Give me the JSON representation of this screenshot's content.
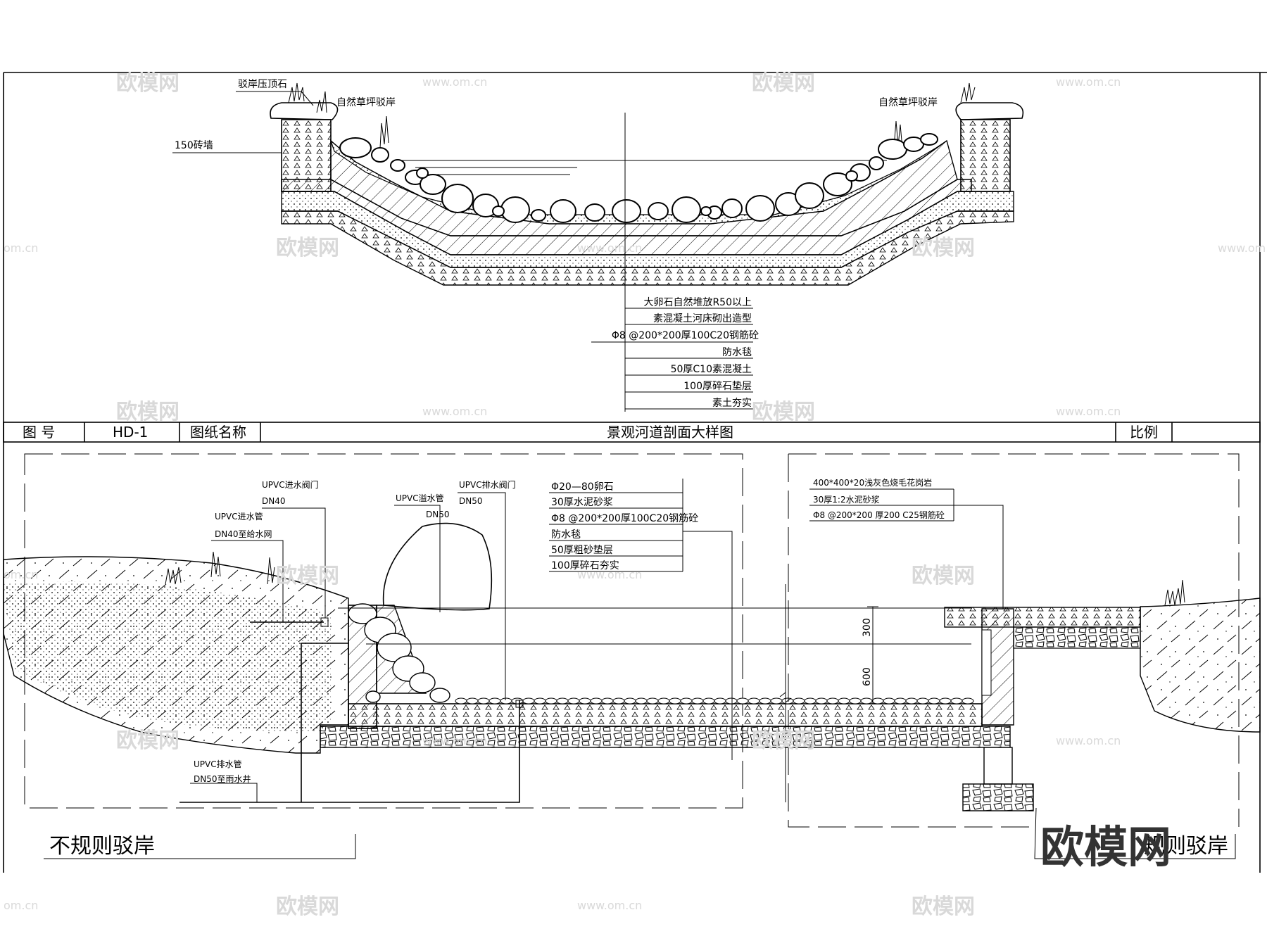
{
  "title_block": {
    "drawing_no_label": "图 号",
    "drawing_no": "HD-1",
    "drawing_name_label": "图纸名称",
    "drawing_name": "景观河道剖面大样图",
    "scale_label": "比例"
  },
  "top_section": {
    "label_coping_stone": "驳岸压顶石",
    "label_brick_wall": "150砖墙",
    "label_grass_left": "自然草坪驳岸",
    "label_grass_right": "自然草坪驳岸",
    "layers": [
      "大卵石自然堆放R50以上",
      "素混凝土河床砌出造型",
      "Φ8 @200*200厚100C20钢筋砼",
      "防水毯",
      "50厚C10素混凝土",
      "100厚碎石垫层",
      "素土夯实"
    ]
  },
  "bottom_left": {
    "title": "不规则驳岸",
    "inlet_valve": [
      "UPVC进水阀门",
      "DN40"
    ],
    "inlet_pipe": [
      "UPVC进水管",
      "DN40至给水网"
    ],
    "overflow_pipe": [
      "UPVC溢水管",
      "DN50"
    ],
    "drain_valve": [
      "UPVC排水阀门",
      "DN50"
    ],
    "drain_pipe": [
      "UPVC排水管",
      "DN50至雨水井"
    ],
    "layers": [
      "Φ20—80卵石",
      "30厚水泥砂浆",
      "Φ8 @200*200厚100C20钢筋砼",
      "防水毯",
      "50厚粗砂垫层",
      "100厚碎石夯实"
    ]
  },
  "bottom_right": {
    "title": "规则驳岸",
    "layers": [
      "400*400*20浅灰色烧毛花岗岩",
      "30厚1:2水泥砂浆",
      "Φ8 @200*200 厚200 C25钢筋砼"
    ],
    "dim_upper": "300",
    "dim_lower": "600"
  },
  "watermark": {
    "brand": "欧模网",
    "url": "www.om.cn",
    "url_short": "om.cn"
  }
}
